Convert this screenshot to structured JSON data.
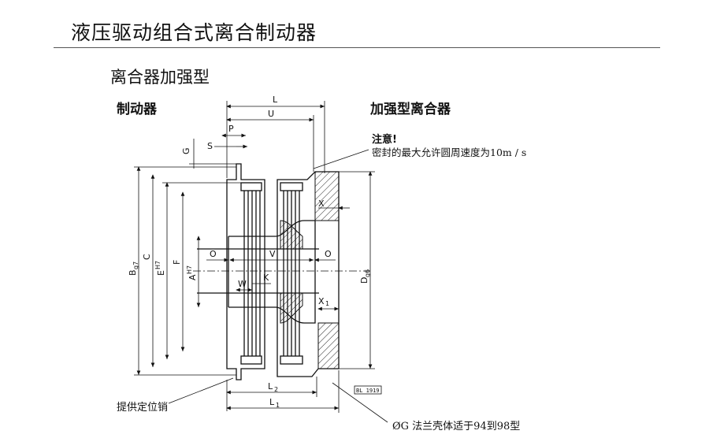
{
  "page": {
    "title": "液压驱动组合式离合制动器",
    "subtitle": "离合器加强型"
  },
  "labels": {
    "brake": "制动器",
    "clutch": "加强型离合器",
    "pin": "提供定位销",
    "flange_note": "ØG  法兰壳体适于94到98型"
  },
  "note": {
    "title": "注意!",
    "text": "密封的最大允许圆周速度为10m / s"
  },
  "dimensions": {
    "L": "L",
    "U": "U",
    "P": "P",
    "S": "S",
    "G": "G",
    "X": "X",
    "X1": "X",
    "X1_sub": "1",
    "O_left": "O",
    "O_right": "O",
    "V": "V",
    "W": "W",
    "K": "K",
    "L2": "L",
    "L2_sub": "2",
    "L1": "L",
    "L1_sub": "1",
    "Bg7": "B",
    "Bg7_sub": "g7",
    "C": "C",
    "E": "E",
    "E_sup": "H7",
    "F": "F",
    "A": "A",
    "A_sup": "H7",
    "Dg6": "D",
    "Dg6_sub": "g6",
    "stamp": "BL 1919"
  }
}
